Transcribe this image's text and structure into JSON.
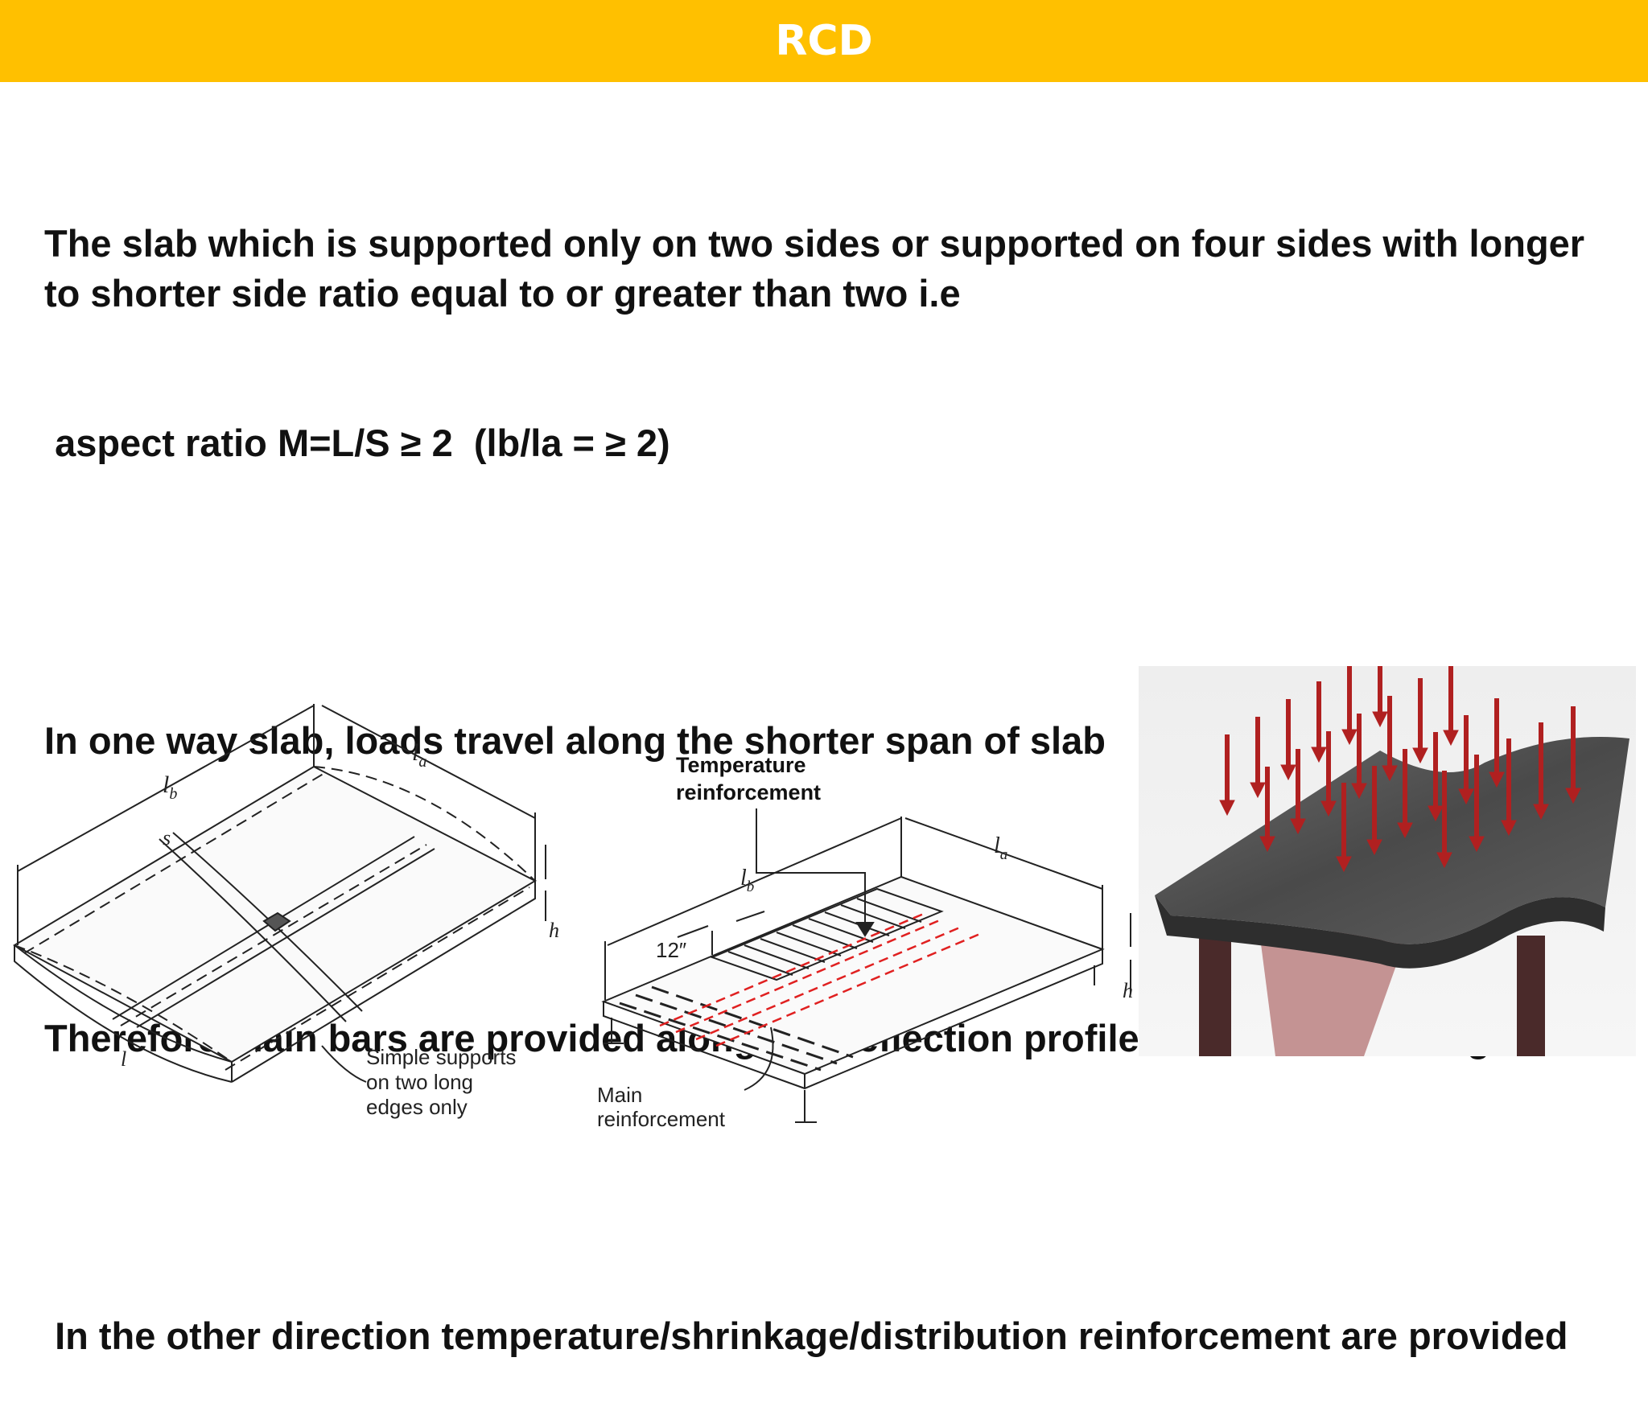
{
  "header": {
    "title": "RCD"
  },
  "content": {
    "paragraphs": [
      "The slab which is supported only on two sides or supported on four sides with longer to shorter side ratio equal to or greater than two i.e",
      " aspect ratio M=L/S ≥ 2  (lb/la = ≥ 2)",
      "In one way slab, loads travel along the shorter span of slab",
      "Therefore main bars are provided along the deflection profile as shown in the figure",
      " In the other direction temperature/shrinkage/distribution reinforcement are provided"
    ]
  },
  "figure1": {
    "label_la": "l",
    "label_la_sub": "a",
    "label_lb": "l",
    "label_lb_sub": "b",
    "label_s": "s",
    "label_l": "l",
    "label_h": "h",
    "supports_line1": "Simple supports",
    "supports_line2": "on two long",
    "supports_line3": "edges only"
  },
  "figure2": {
    "temp_line1": "Temperature",
    "temp_line2": "reinforcement",
    "label_la": "l",
    "label_la_sub": "a",
    "label_lb": "l",
    "label_lb_sub": "b",
    "label_12": "12″",
    "label_h": "h",
    "main_line1": "Main",
    "main_line2": "reinforcement"
  }
}
